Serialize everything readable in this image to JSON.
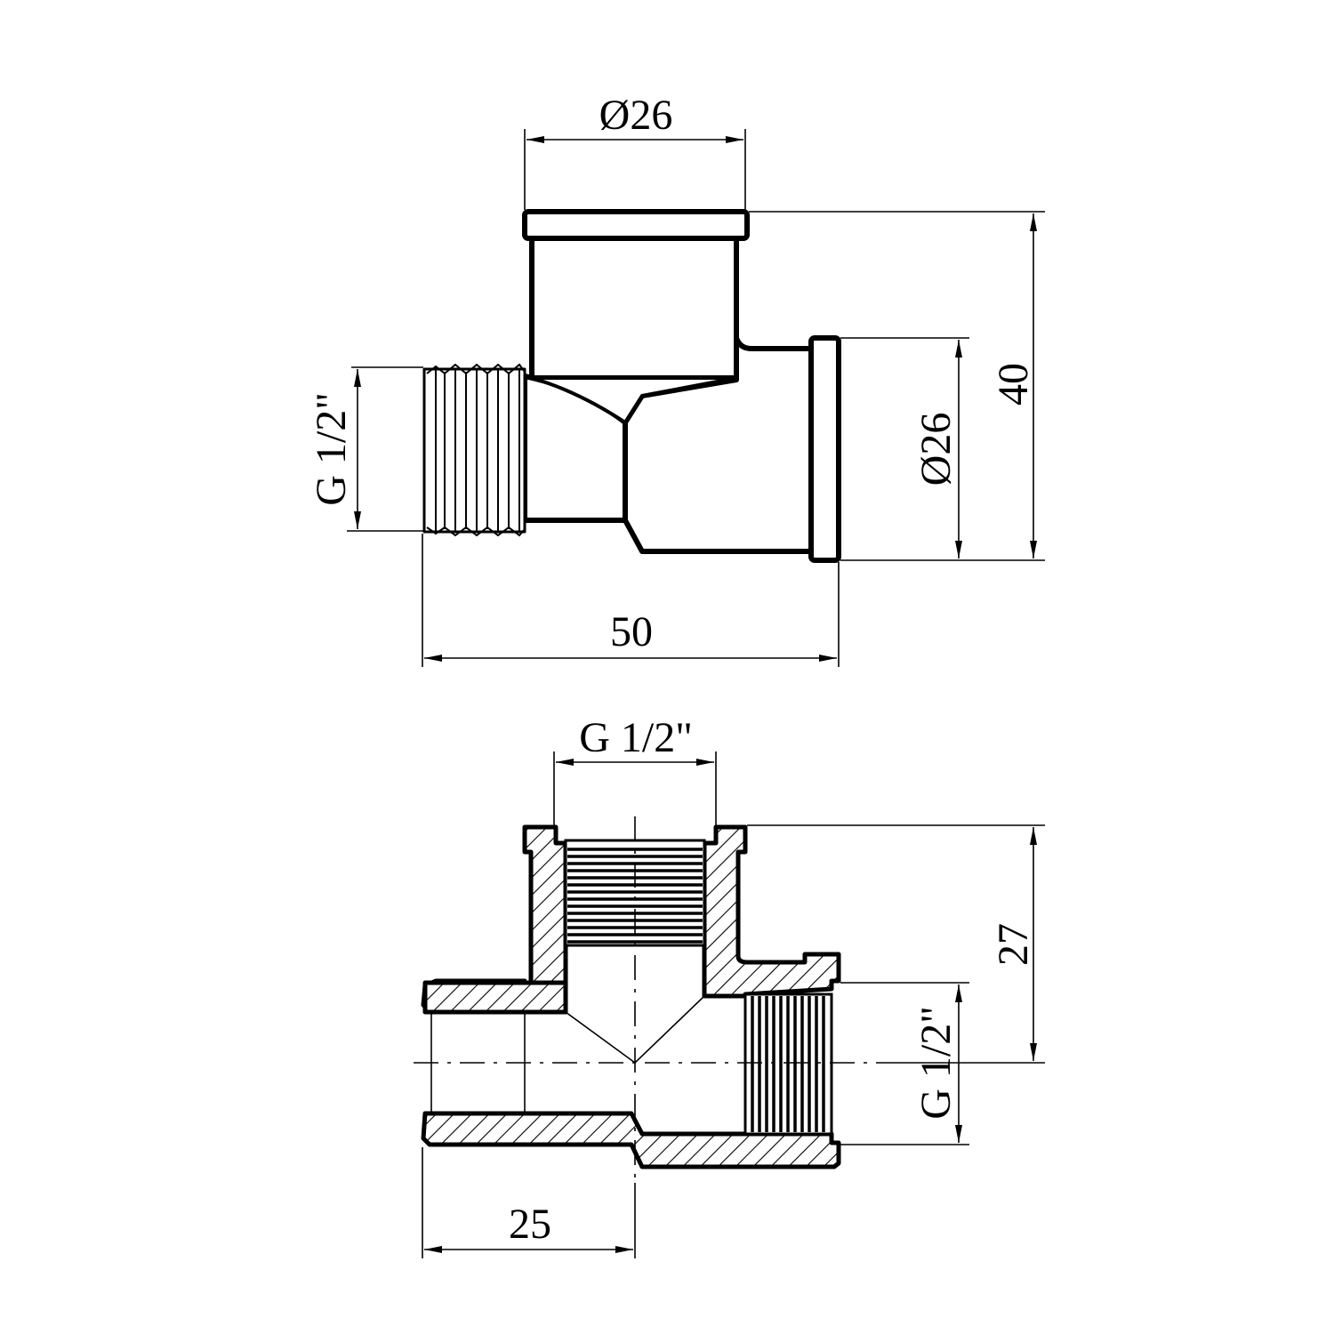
{
  "top_view": {
    "dim_top_diameter": "Ø26",
    "dim_height": "40",
    "dim_right_diameter": "Ø26",
    "dim_left_thread": "G 1/2\"",
    "dim_length": "50"
  },
  "section_view": {
    "dim_top_thread": "G 1/2\"",
    "dim_height": "27",
    "dim_right_thread": "G 1/2\"",
    "dim_left_length": "25"
  }
}
